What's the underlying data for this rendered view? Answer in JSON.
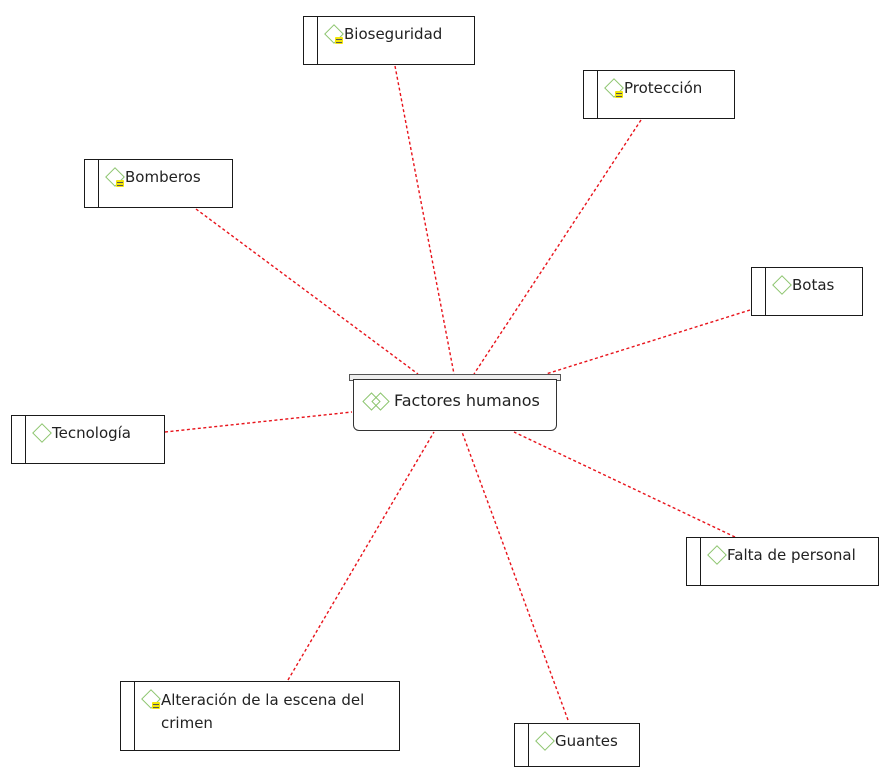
{
  "colors": {
    "link": "#e8131b",
    "diamond": "#8dc56f",
    "note": "#f2e60a"
  },
  "center": {
    "label": "Factores humanos",
    "icon": "double-diamond-icon"
  },
  "nodes": [
    {
      "label": "Bioseguridad",
      "icon": "code-with-comment-icon"
    },
    {
      "label": "Protección",
      "icon": "code-with-comment-icon"
    },
    {
      "label": "Bomberos",
      "icon": "code-with-comment-icon"
    },
    {
      "label": "Botas",
      "icon": "code-icon"
    },
    {
      "label": "Tecnología",
      "icon": "code-icon"
    },
    {
      "label": "Falta de personal",
      "icon": "code-icon"
    },
    {
      "label": "Alteración de la escena del crimen",
      "icon": "code-with-comment-icon"
    },
    {
      "label": "Guantes",
      "icon": "code-icon"
    }
  ]
}
